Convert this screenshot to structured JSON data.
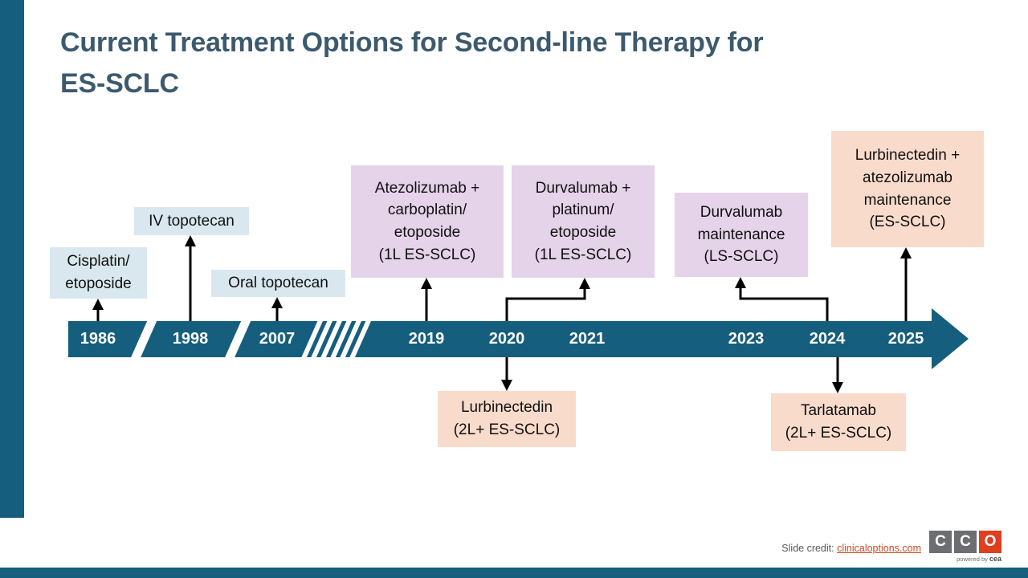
{
  "title": "Current Treatment Options for Second-line Therapy for\nES-SCLC",
  "timeline": {
    "years": [
      "1986",
      "1998",
      "2007",
      "2019",
      "2020",
      "2021",
      "2023",
      "2024",
      "2025"
    ]
  },
  "events": {
    "above": [
      {
        "label": "Cisplatin/\netoposide",
        "anchor_year": "1986"
      },
      {
        "label": "IV topotecan",
        "anchor_year": "1998"
      },
      {
        "label": "Oral topotecan",
        "anchor_year": "2007"
      },
      {
        "label": "Atezolizumab +\ncarboplatin/\netoposide\n(1L ES-SCLC)",
        "anchor_year": "2019"
      },
      {
        "label": "Durvalumab +\nplatinum/\netoposide\n(1L ES-SCLC)",
        "anchor_year": "2020"
      },
      {
        "label": "Durvalumab\nmaintenance\n(LS-SCLC)",
        "anchor_year": "2024"
      },
      {
        "label": "Lurbinectedin +\natezolizumab\nmaintenance\n(ES-SCLC)",
        "anchor_year": "2025"
      }
    ],
    "below": [
      {
        "label": "Lurbinectedin\n(2L+ ES-SCLC)",
        "anchor_year": "2020"
      },
      {
        "label": "Tarlatamab\n(2L+ ES-SCLC)",
        "anchor_year": "2024"
      }
    ]
  },
  "footer": {
    "credit_prefix": "Slide credit: ",
    "credit_link": "clinicaloptions.com",
    "logo_letters": [
      "C",
      "C",
      "O"
    ],
    "logo_tagline_prefix": "powered by ",
    "logo_tagline_brand": "cea"
  },
  "colors": {
    "accent_teal": "#155E7D",
    "box_blue": "#D9E8EF",
    "box_purple": "#E5D3EA",
    "box_salmon": "#F9DBCB",
    "link_color": "#CC4A22",
    "logo_gray": "#6D6E71",
    "logo_red": "#DF3E1F",
    "title_color": "#3C5A6E",
    "arrow_black": "#000000"
  }
}
